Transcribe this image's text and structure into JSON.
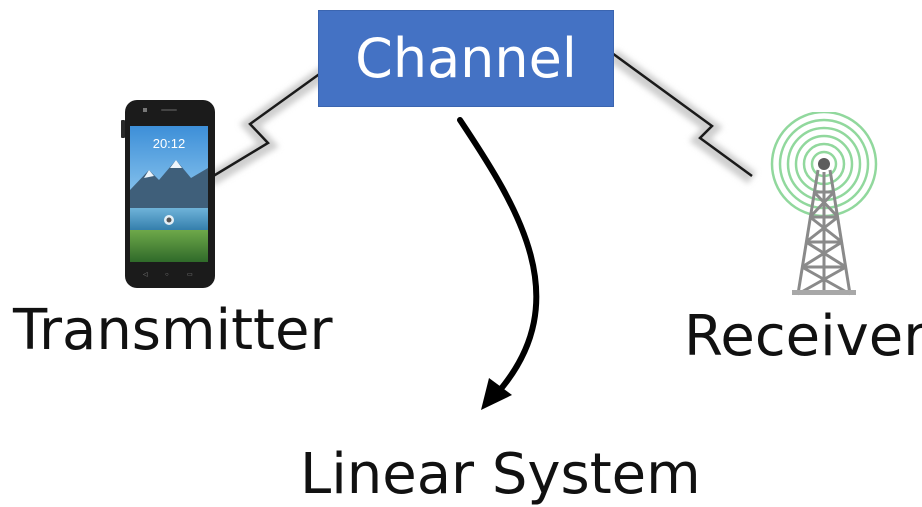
{
  "channel": {
    "label": "Channel"
  },
  "transmitter": {
    "label": "Transmitter"
  },
  "receiver": {
    "label": "Receiver"
  },
  "linear_system": {
    "label": "Linear System"
  },
  "phone_screen": {
    "time": "20:12",
    "date": ""
  },
  "icons": {
    "transmitter_image": "smartphone-icon",
    "receiver_image": "radio-tower-icon"
  },
  "colors": {
    "channel_fill": "#4472c4",
    "link_line": "#1a1a1a",
    "arrow": "#000000",
    "tower_signal": "#7fd08a"
  }
}
